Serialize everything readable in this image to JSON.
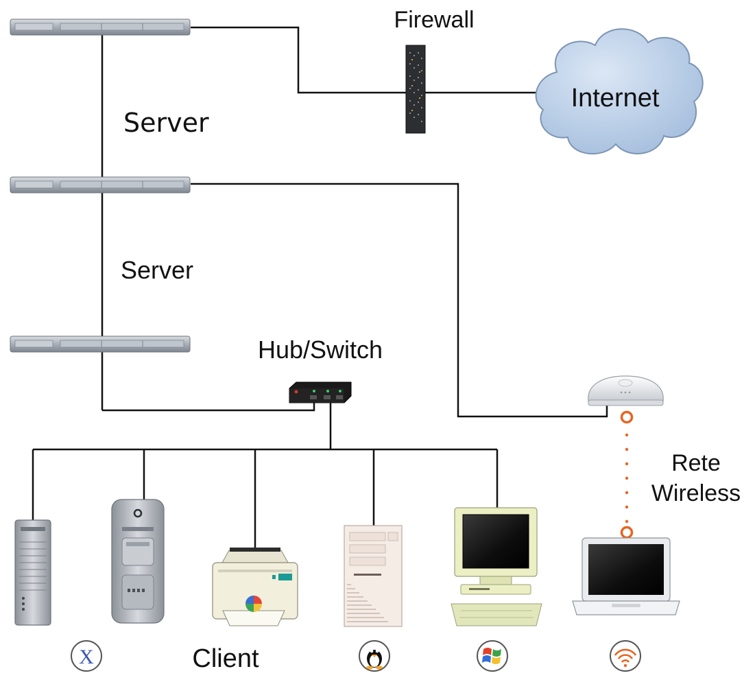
{
  "labels": {
    "firewall": "Firewall",
    "internet": "Internet",
    "server_top": "Server",
    "server_mid": "Server",
    "hub": "Hub/Switch",
    "wireless_line1": "Rete",
    "wireless_line2": "Wireless",
    "client": "Client"
  },
  "icons": {
    "rack_server": "rack-server-icon",
    "firewall": "firewall-icon",
    "cloud": "cloud-icon",
    "hub": "hub-switch-icon",
    "access_point": "wireless-access-point-icon",
    "mac_pro": "mac-pro-tower-icon",
    "power_mac": "power-mac-g5-icon",
    "printer": "printer-icon",
    "pc_tower": "pc-tower-icon",
    "crt_pc": "crt-computer-icon",
    "laptop": "laptop-icon",
    "os_x": "mac-os-x-icon",
    "linux": "linux-tux-icon",
    "windows": "windows-logo-icon",
    "wifi": "wifi-icon"
  },
  "colors": {
    "line": "#111111",
    "cloud_fill": "#b8cfe8",
    "cloud_stroke": "#7d95b3",
    "wireless_dots": "#e8641f",
    "rack": "#9aa1aa",
    "firewall": "#2c2e31",
    "screen": "#151515"
  }
}
